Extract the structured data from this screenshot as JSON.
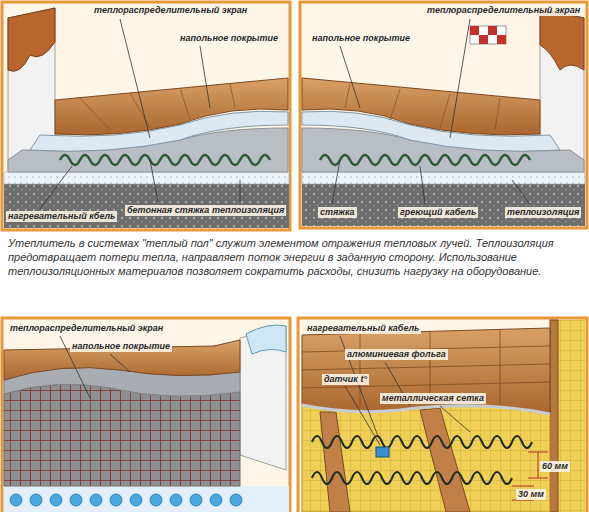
{
  "diagram": {
    "caption": "Утеплитель в системах \"теплый пол\" служит элементом отражения тепловых лучей. Теплоизоляция предотвращает потери тепла, направляет поток энергии в заданную сторону. Использование теплоизоляционных материалов позволяет сократить расходы, снизить нагрузку на оборудование.",
    "labels": [
      "теплораспределительный экран",
      "напольное покрытие",
      "нагревательный кбель",
      "бетонная стяжка",
      "теплоизоляция",
      "теплораспределительный экран",
      "напольное покрытие",
      "стяжка",
      "греющий кабель",
      "теплоизоляция",
      "теплораспределительный экран",
      "напольное покрытие",
      "нагревательный кабель",
      "алюминиевая фольга",
      "датчик t°",
      "металлическая сетка",
      "60 мм",
      "30 мм"
    ]
  }
}
